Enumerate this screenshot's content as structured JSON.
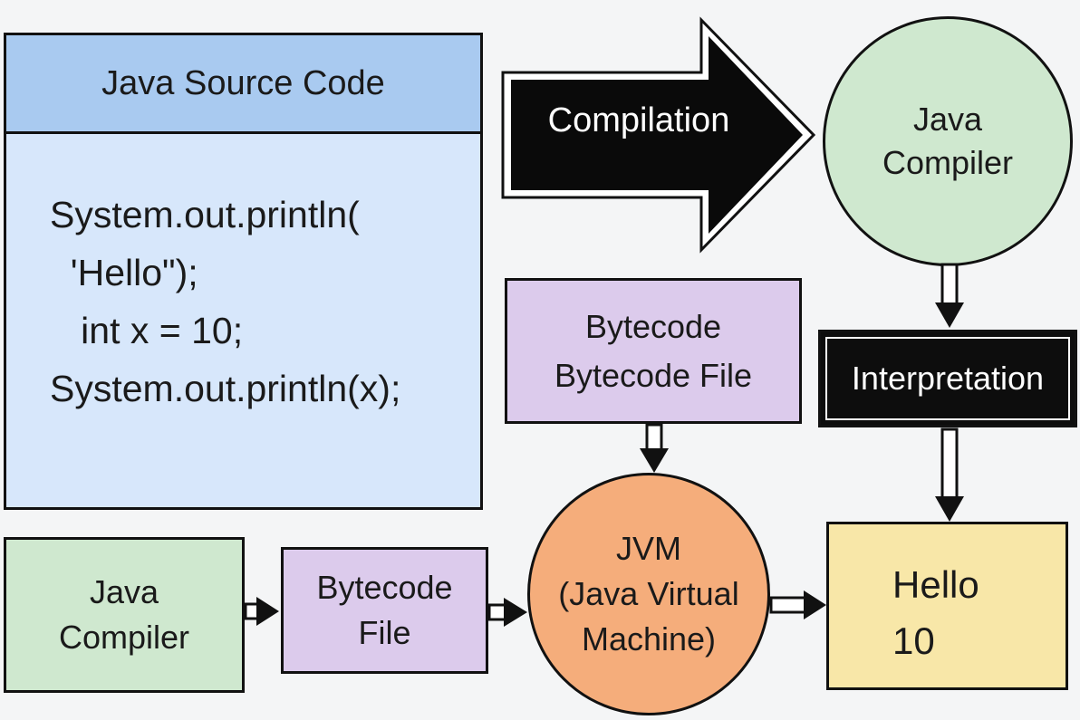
{
  "source": {
    "title": "Java Source Code",
    "code_lines": [
      "System.out.println(",
      "  'Hello\");",
      "   int x = 10;",
      "System.out.println(x);"
    ]
  },
  "compilation": {
    "label": "Compilation"
  },
  "compiler_circle": {
    "line1": "Java",
    "line2": "Compiler"
  },
  "bytecode_top": {
    "line1": "Bytecode",
    "line2": "Bytecode File"
  },
  "interpretation": {
    "label": "Interpretation"
  },
  "compiler_box": {
    "line1": "Java",
    "line2": "Compiler"
  },
  "bytecode_bottom": {
    "line1": "Bytecode",
    "line2": "File"
  },
  "jvm": {
    "line1": "JVM",
    "line2": "(Java Virtual",
    "line3": "Machine)"
  },
  "output": {
    "line1": "Hello",
    "line2": "10"
  },
  "colors": {
    "source_header": "#a9caf0",
    "source_body": "#d7e7fb",
    "compiler_green": "#cfe8cf",
    "bytecode_purple": "#dccbec",
    "jvm_orange": "#f5ad7b",
    "output_yellow": "#f8e7a8",
    "interpretation_black": "#0d0d0d"
  }
}
